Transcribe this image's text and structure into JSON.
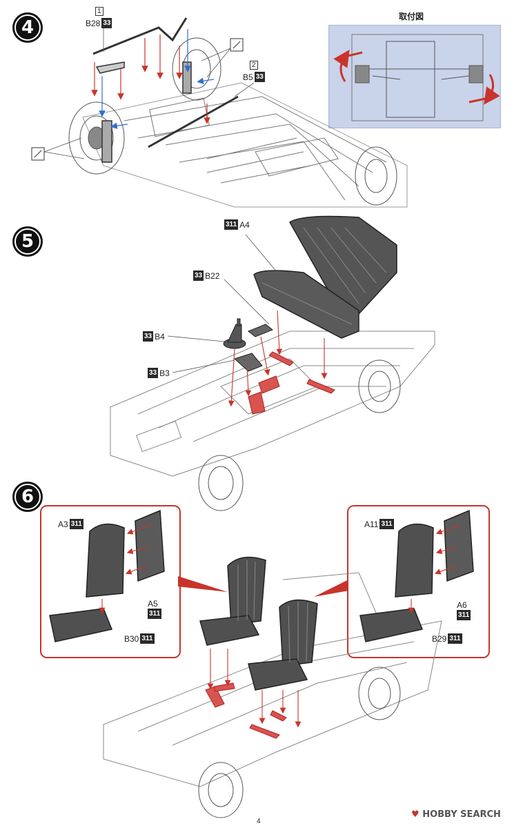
{
  "inset_title": "取付図",
  "steps": [
    {
      "number": "4"
    },
    {
      "number": "5"
    },
    {
      "number": "6"
    }
  ],
  "step4": {
    "part1": {
      "box": "1",
      "code": "B28",
      "paint": "33"
    },
    "part2": {
      "box": "2",
      "code": "B5",
      "paint": "33"
    }
  },
  "step5": {
    "a4": {
      "code": "A4",
      "paint": "311"
    },
    "b22": {
      "code": "B22",
      "paint": "33"
    },
    "b4": {
      "code": "B4",
      "paint": "33"
    },
    "b3": {
      "code": "B3",
      "paint": "33"
    }
  },
  "step6": {
    "left": {
      "a3": {
        "code": "A3",
        "paint": "311"
      },
      "a5": {
        "code": "A5",
        "paint": "311"
      },
      "b30": {
        "code": "B30",
        "paint": "311"
      }
    },
    "right": {
      "a11": {
        "code": "A11",
        "paint": "311"
      },
      "a6": {
        "code": "A6",
        "paint": "311"
      },
      "b29": {
        "code": "B29",
        "paint": "311"
      }
    }
  },
  "page_number": "4",
  "watermark": {
    "heart": "♥",
    "text": "HOBBY SEARCH"
  },
  "colors": {
    "arrow_red": "#c8342b",
    "arrow_blue": "#2f6fd1",
    "inset_bg": "#c9d3ea",
    "seat_fill": "#505050"
  }
}
